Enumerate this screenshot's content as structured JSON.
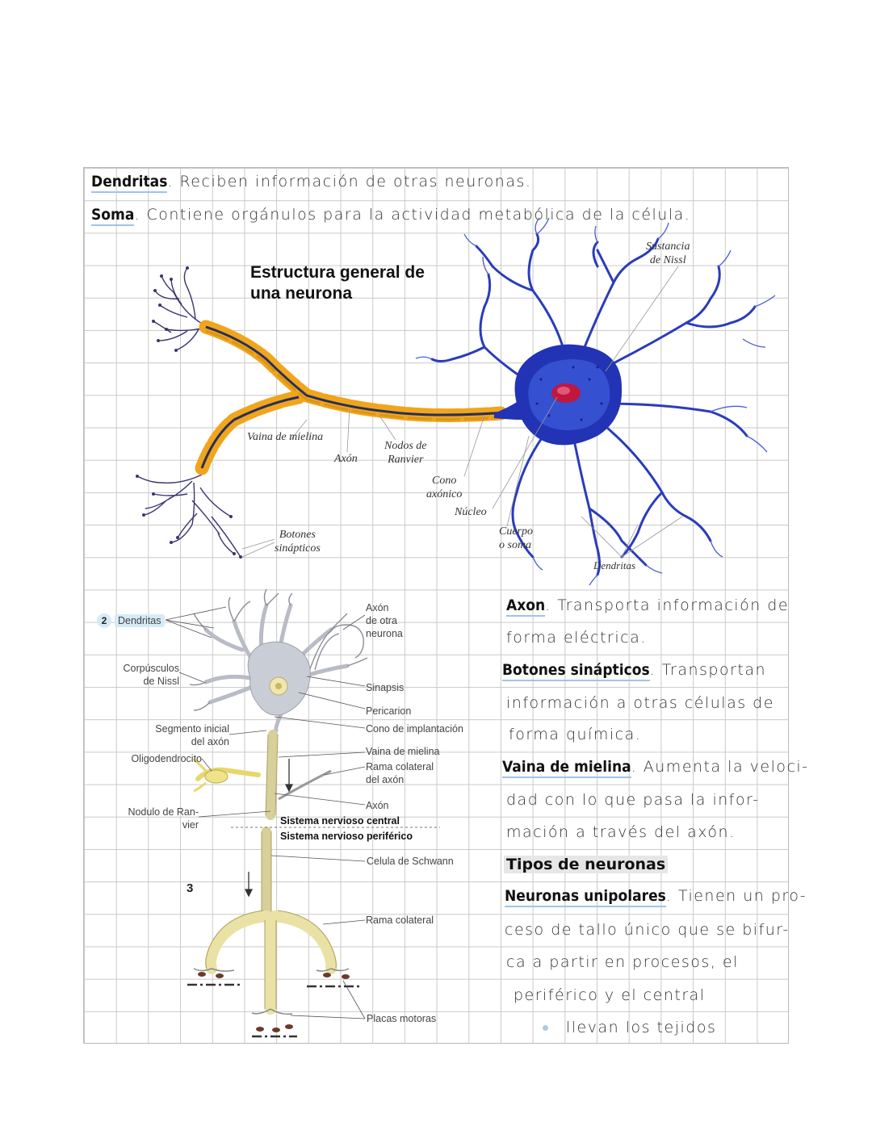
{
  "notes": {
    "line1": {
      "term": "Dendritas",
      "text": ". Reciben información de otras neuronas."
    },
    "line2": {
      "term": "Soma",
      "text": ". Contiene orgánulos para la actividad metabólica de la célula."
    }
  },
  "figure1": {
    "title_line1": "Estructura general de",
    "title_line2": "una neurona",
    "labels": {
      "nissl_1": "Sustancia",
      "nissl_2": "de Nissl",
      "myelin": "Vaina de mielina",
      "axon": "Axón",
      "ranvier_1": "Nodos de",
      "ranvier_2": "Ranvier",
      "cone_1": "Cono",
      "cone_2": "axónico",
      "nucleus": "Núcleo",
      "buttons_1": "Botones",
      "buttons_2": "sinápticos",
      "soma_1": "Cuerpo",
      "soma_2": "o soma",
      "dendrites": "Dendritas"
    }
  },
  "figure2": {
    "badge_2": "2",
    "badge_3": "3",
    "labels": {
      "dendritas": "Dendritas",
      "axon_otra_1": "Axón",
      "axon_otra_2": "de otra",
      "axon_otra_3": "neurona",
      "corpusculos_1": "Corpúsculos",
      "corpusculos_2": "de Nissl",
      "sinapsis": "Sinapsis",
      "pericarion": "Pericarion",
      "segmento_1": "Segmento inicial",
      "segmento_2": "del axón",
      "cono_impl": "Cono de implantación",
      "oligo": "Oligodendrocito",
      "vaina": "Vaina de mielina",
      "rama_col_1": "Rama colateral",
      "rama_col_2": "del axón",
      "axon": "Axón",
      "nodulo_1": "Nodulo de Ran-",
      "nodulo_2": "vier",
      "snc": "Sistema nervioso central",
      "snp": "Sistema nervioso periférico",
      "schwann": "Celula de Schwann",
      "rama_colateral": "Rama colateral",
      "placas": "Placas motoras"
    }
  },
  "right_notes": {
    "axon_term": "Axon",
    "axon_l1": ". Transporta información de",
    "axon_l2": "forma eléctrica.",
    "botones_term": "Botones sinápticos",
    "botones_l1": ". Transportan",
    "botones_l2": "información a otras células de",
    "botones_l3": "forma química.",
    "vaina_term": "Vaina de mielina",
    "vaina_l1": ". Aumenta la veloci-",
    "vaina_l2": "dad con lo que pasa la infor-",
    "vaina_l3": "mación a través del axón.",
    "tipos": "Tipos de neuronas",
    "uni_term": "Neuronas unipolares",
    "uni_l1": ". Tienen un pro-",
    "uni_l2": "ceso de tallo único que se bifur-",
    "uni_l3": "ca a partir en procesos, el",
    "uni_l4": "periférico y el central",
    "uni_l5": "llevan los tejidos"
  },
  "colors": {
    "grid": "#c9c9c9",
    "term_underline": "#9ec3ec",
    "soma_blue": "#1f2fb0",
    "nucleus_red": "#c0173f",
    "myelin_orange": "#f0a51c",
    "fig2_myelin": "#e9e2a4",
    "fig2_cell": "#c9cdd6"
  }
}
